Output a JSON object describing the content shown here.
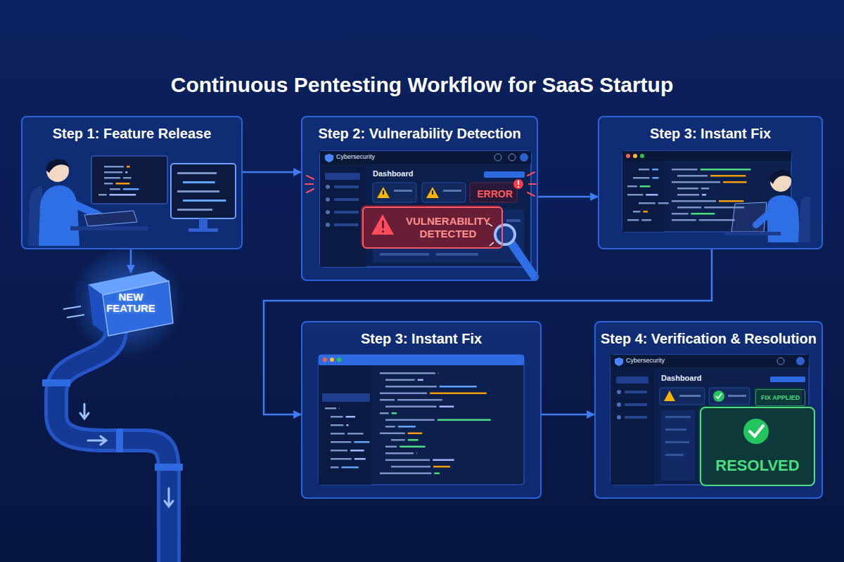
{
  "diagram": {
    "title": "Continuous Pentesting Workflow for SaaS Startup",
    "nodes": [
      {
        "text": [
          "Step 1: Feature Release"
        ]
      },
      {
        "text": [
          "NEW FEATURE"
        ]
      },
      {
        "text": [
          "Step 2: Vulnerability Detection"
        ]
      },
      {
        "text": [
          "ERROR"
        ],
        "in": 2
      },
      {
        "text": [
          "VULNERABILITY DETECTED"
        ],
        "in": 2
      },
      {
        "text": [
          "Step 3: Instant Fix"
        ]
      },
      {
        "text": [
          "Step 3: Instant Fix"
        ]
      },
      {
        "text": [
          "Step 4: Verification & Resolution"
        ]
      },
      {
        "text": [
          "FIX APPLIED"
        ],
        "in": 7
      },
      {
        "text": [
          "RESOLVED"
        ],
        "in": 7
      }
    ],
    "edges": [
      {
        "from": 0,
        "to": 1,
        "arrow": "to"
      },
      {
        "from": 0,
        "to": 2,
        "arrow": "to"
      },
      {
        "from": 2,
        "to": 5,
        "arrow": "to"
      },
      {
        "from": 5,
        "to": 6,
        "arrow": "to"
      },
      {
        "from": 6,
        "to": 7,
        "arrow": "to"
      }
    ],
    "labels": [
      "Cybersecurity",
      "Dashboard",
      "Cybersecurity",
      "Dashboard"
    ]
  }
}
